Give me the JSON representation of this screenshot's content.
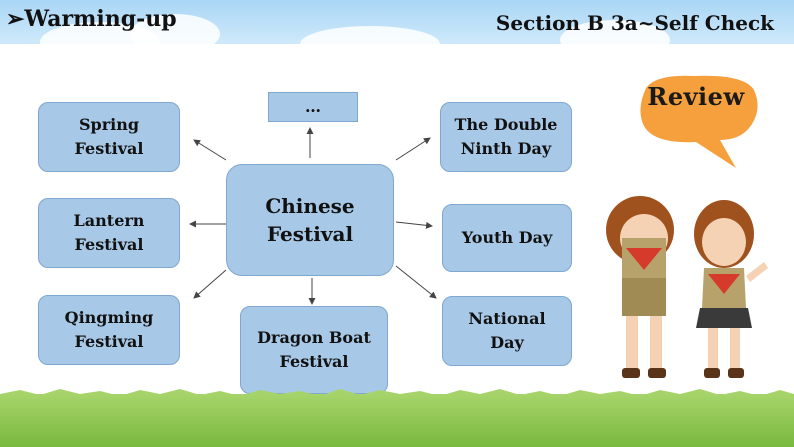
{
  "header": {
    "title": "➢Warming-up",
    "section": "Section B 3a~Self Check"
  },
  "mindmap": {
    "center": "Chinese\nFestival",
    "top": "…",
    "left": [
      "Spring\nFestival",
      "Lantern\nFestival",
      "Qingming\nFestival"
    ],
    "bottom": "Dragon Boat\nFestival",
    "right": [
      "The Double\nNinth Day",
      "Youth Day",
      "National\nDay"
    ]
  },
  "badge": {
    "label": "Review",
    "color": "#f5a03c"
  },
  "colors": {
    "box_fill": "#a7c8e6",
    "box_border": "#7fa7cf",
    "sky": "#a9d6f5",
    "grass": "#8cc34a"
  }
}
